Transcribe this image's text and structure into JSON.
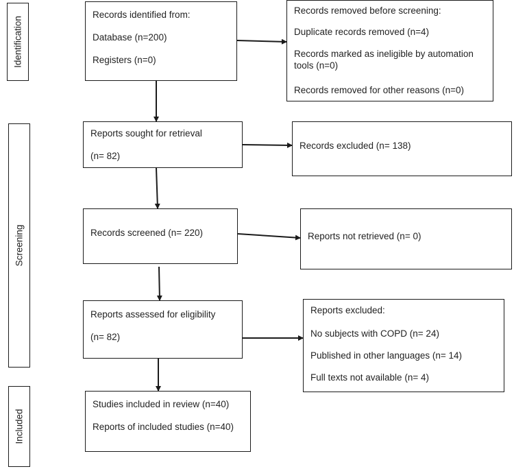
{
  "stages": {
    "identification": "Identification",
    "screening": "Screening",
    "included": "Included"
  },
  "identified": {
    "heading": "Records identified from:",
    "database": "Database (n=200)",
    "registers": "Registers (n=0)"
  },
  "removed_before_screening": {
    "heading": "Records removed before screening:",
    "duplicates": "Duplicate records removed (n=4)",
    "ineligible": "Records marked as ineligible by automation tools (n=0)",
    "other": "Records removed for other reasons (n=0)"
  },
  "sought": {
    "title": "Reports sought for retrieval",
    "count": "(n= 82)"
  },
  "excluded_records": {
    "text": "Records excluded (n= 138)"
  },
  "screened": {
    "text": "Records screened (n= 220)"
  },
  "not_retrieved": {
    "text": "Reports not retrieved (n= 0)"
  },
  "assessed": {
    "title": "Reports assessed for eligibility",
    "count": "(n= 82)"
  },
  "reports_excluded": {
    "heading": "Reports excluded:",
    "copd": "No subjects with COPD (n= 24)",
    "languages": "Published in other languages (n= 14)",
    "fulltext": "Full texts not available (n= 4)"
  },
  "included": {
    "studies": "Studies included in review (n=40)",
    "reports": "Reports of included studies (n=40)"
  },
  "colors": {
    "line": "#1a1a1a",
    "text": "#222222"
  }
}
